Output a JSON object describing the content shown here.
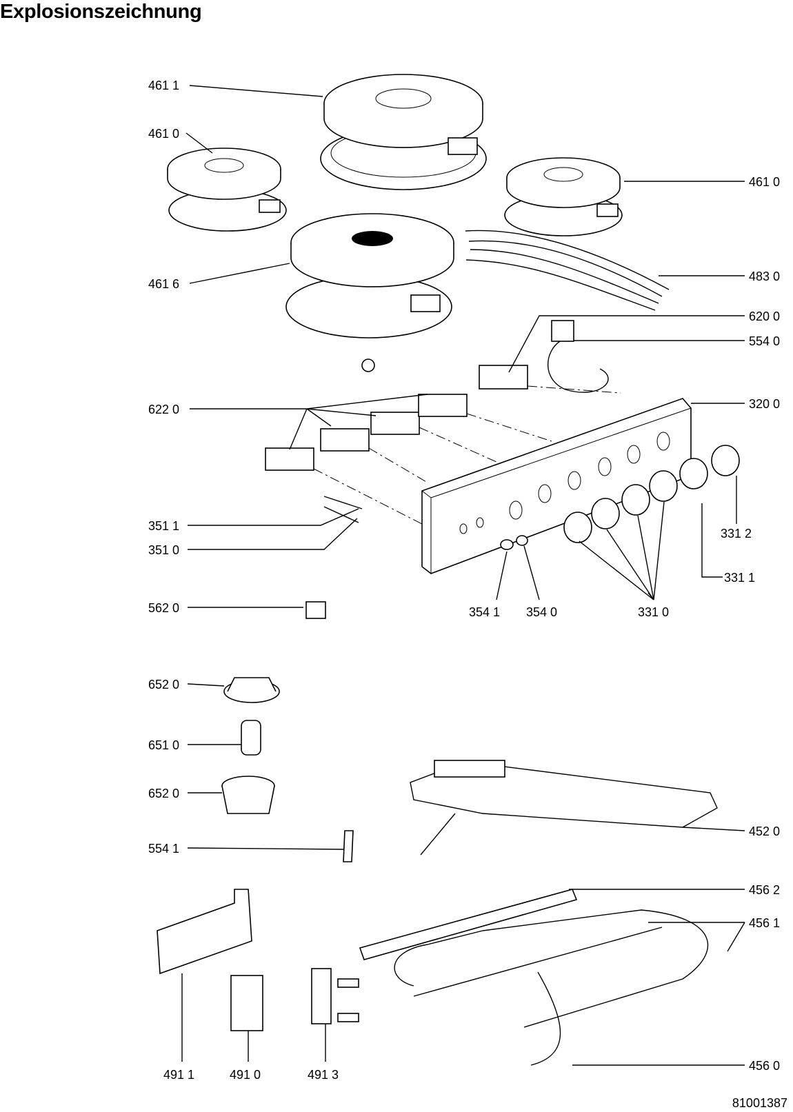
{
  "title": "Explosionszeichnung",
  "document_number": "81001387",
  "labels": [
    "461 1",
    "461 0",
    "461 0",
    "461 6",
    "483 0",
    "620 0",
    "554 0",
    "622 0",
    "320 0",
    "351 1",
    "351 0",
    "331 2",
    "331 1",
    "354 1",
    "354 0",
    "331 0",
    "562 0",
    "652 0",
    "651 0",
    "652 0",
    "554 1",
    "452 0",
    "456 2",
    "456 1",
    "456 0",
    "491 1",
    "491 0",
    "491 3"
  ]
}
